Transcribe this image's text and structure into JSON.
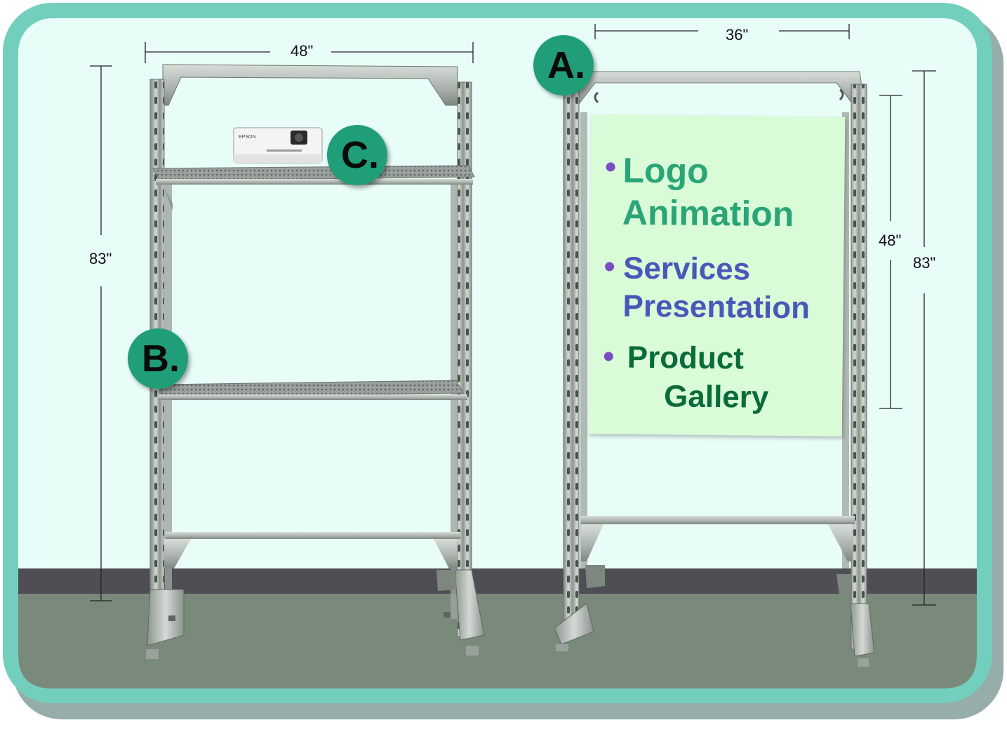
{
  "dimensions": {
    "left_width": "48\"",
    "left_height": "83\"",
    "right_width": "36\"",
    "sign_height": "48\"",
    "right_height": "83\""
  },
  "badges": {
    "a": "A.",
    "b": "B.",
    "c": "C."
  },
  "projector_brand": "EPSON",
  "sign": {
    "items": [
      {
        "lines": [
          "Logo",
          "Animation"
        ],
        "color": "#2aa577"
      },
      {
        "lines": [
          "Services",
          "Presentation"
        ],
        "color": "#4b57b8"
      },
      {
        "lines": [
          "Product",
          "Gallery"
        ],
        "color": "#0b6b3a"
      }
    ],
    "bullet_color": "#7a4ec0"
  },
  "colors": {
    "frame": "#72cfbe",
    "wall": "#e8fcf8",
    "floor": "#7a8a7a",
    "baseboard": "#4e4e54",
    "badge": "#1f9e78"
  }
}
